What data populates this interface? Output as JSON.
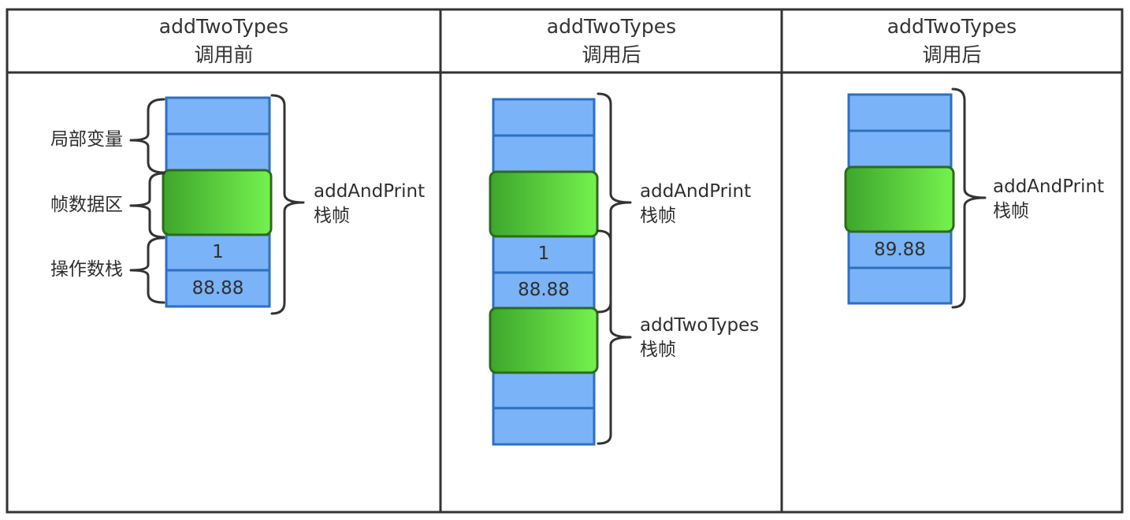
{
  "columns": [
    {
      "title": "addTwoTypes",
      "subtitle": "调用前"
    },
    {
      "title": "addTwoTypes",
      "subtitle": "调用后"
    },
    {
      "title": "addTwoTypes",
      "subtitle": "调用后"
    }
  ],
  "col1": {
    "left_labels": [
      "局部变量",
      "帧数据区",
      "操作数栈"
    ],
    "values": [
      "1",
      "88.88"
    ],
    "frame_label": [
      "addAndPrint",
      "栈帧"
    ]
  },
  "col2": {
    "values": [
      "1",
      "88.88"
    ],
    "frame1_label": [
      "addAndPrint",
      "栈帧"
    ],
    "frame2_label": [
      "addTwoTypes",
      "栈帧"
    ]
  },
  "col3": {
    "values": [
      "89.88"
    ],
    "frame_label": [
      "addAndPrint",
      "栈帧"
    ]
  },
  "colors": {
    "cell_fill": "#7ab3f7",
    "cell_stroke": "#2e6fc2",
    "green_light": "#72f04c",
    "green_dark": "#3ea62c",
    "green_stroke": "#2d6a1e",
    "grid": "#333333"
  }
}
